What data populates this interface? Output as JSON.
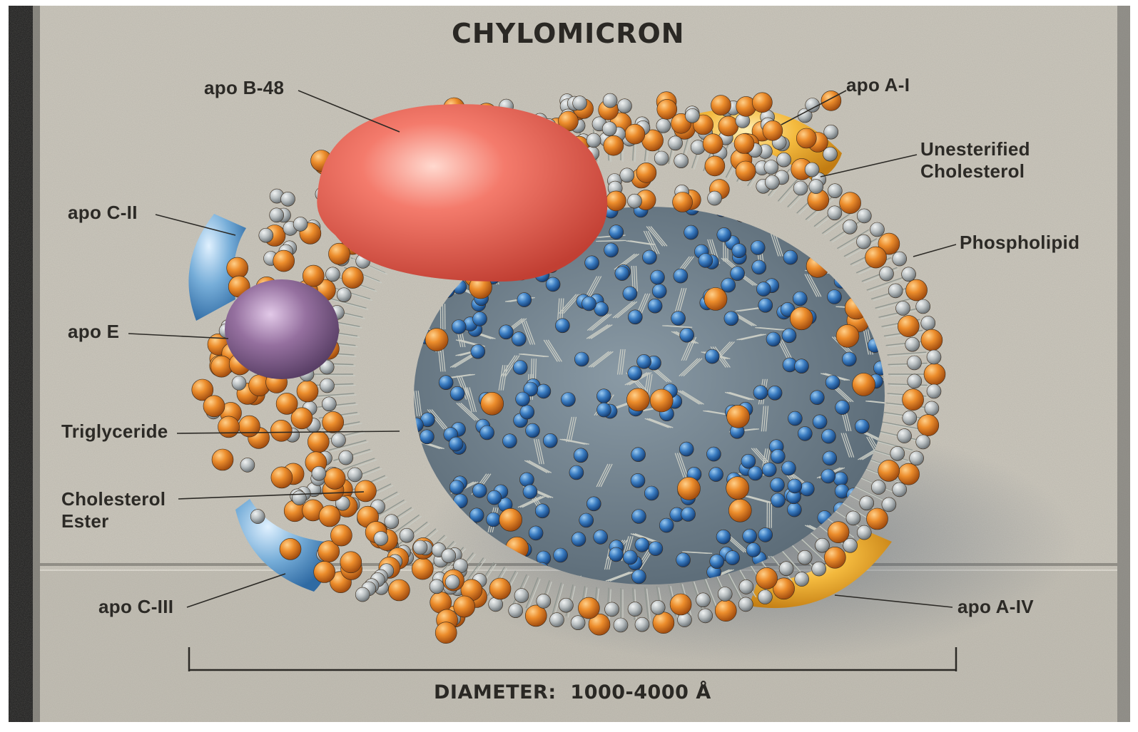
{
  "title": "CHYLOMICRON",
  "labels": {
    "apo_b48": "apo B-48",
    "apo_a1": "apo A-I",
    "unesterified_cholesterol": "Unesterified\nCholesterol",
    "apo_c2": "apo C-II",
    "phospholipid": "Phospholipid",
    "apo_e": "apo E",
    "triglyceride": "Triglyceride",
    "cholesterol_ester": "Cholesterol\nEster",
    "apo_c3": "apo C-III",
    "apo_a4": "apo A-IV"
  },
  "diameter": "DIAMETER:  1000-4000 Å",
  "colors": {
    "background": "#c9c5ba",
    "apo_b48": "#ee6b5e",
    "apo_a": "#f2b640",
    "apo_c": "#6fa6d4",
    "apo_e": "#8e6a9a",
    "core": "#3f7fc0",
    "orange_sphere": "#e98a2a",
    "gray_sphere": "#b7bcbf"
  }
}
